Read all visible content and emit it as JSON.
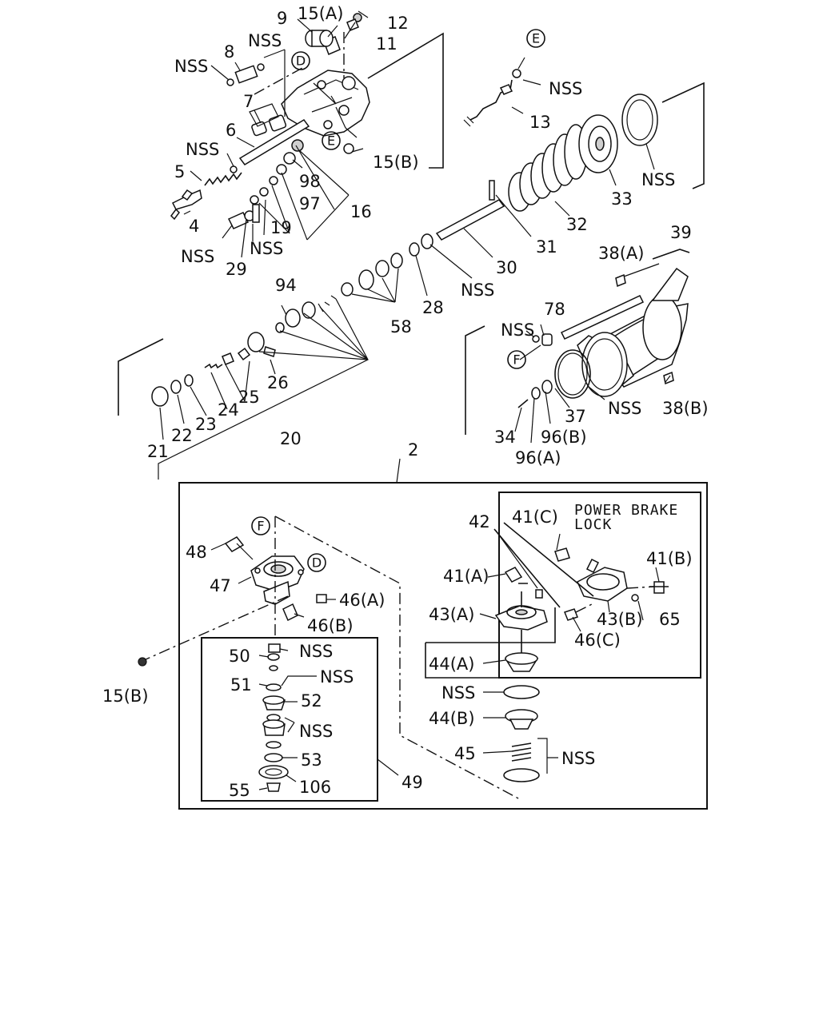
{
  "diagram": {
    "callouts": {
      "D": "D",
      "E": "E",
      "F": "F"
    },
    "box_title": {
      "line1": "POWER BRAKE",
      "line2": "LOCK"
    },
    "labels": {
      "p9": "9",
      "p15a": "15(A)",
      "p12": "12",
      "p11": "11",
      "p8": "8",
      "nss_top": "NSS",
      "nss_left8": "NSS",
      "p7": "7",
      "p6": "6",
      "nss_6": "NSS",
      "p5": "5",
      "p4": "4",
      "nss_4": "NSS",
      "p29": "29",
      "nss_19": "NSS",
      "p19": "19",
      "p97": "97",
      "p98": "98",
      "p16": "16",
      "p15b_top": "15(B)",
      "nss_e": "NSS",
      "p13": "13",
      "p33": "33",
      "nss_33": "NSS",
      "p32": "32",
      "p31": "31",
      "p30": "30",
      "nss_30": "NSS",
      "p28": "28",
      "p58": "58",
      "p94": "94",
      "p26": "26",
      "p25": "25",
      "p24": "24",
      "p23": "23",
      "p22": "22",
      "p21": "21",
      "p20": "20",
      "p39": "39",
      "p38a": "38(A)",
      "p78": "78",
      "nss_78": "NSS",
      "nss_37": "NSS",
      "p38b": "38(B)",
      "p37": "37",
      "p96b": "96(B)",
      "p34": "34",
      "p96a": "96(A)",
      "p2": "2",
      "p48": "48",
      "p47": "47",
      "p46a": "46(A)",
      "p46b": "46(B)",
      "p15b_low": "15(B)",
      "p50": "50",
      "nss_50": "NSS",
      "p51": "51",
      "nss_51": "NSS",
      "p52": "52",
      "nss_52": "NSS",
      "p53": "53",
      "p55": "55",
      "p106": "106",
      "p49": "49",
      "p42": "42",
      "p41c": "41(C)",
      "p41a": "41(A)",
      "p41b": "41(B)",
      "p43a": "43(A)",
      "p43b": "43(B)",
      "p65": "65",
      "p46c": "46(C)",
      "p44a": "44(A)",
      "nss_44": "NSS",
      "p44b": "44(B)",
      "p45": "45",
      "nss_45": "NSS"
    }
  }
}
